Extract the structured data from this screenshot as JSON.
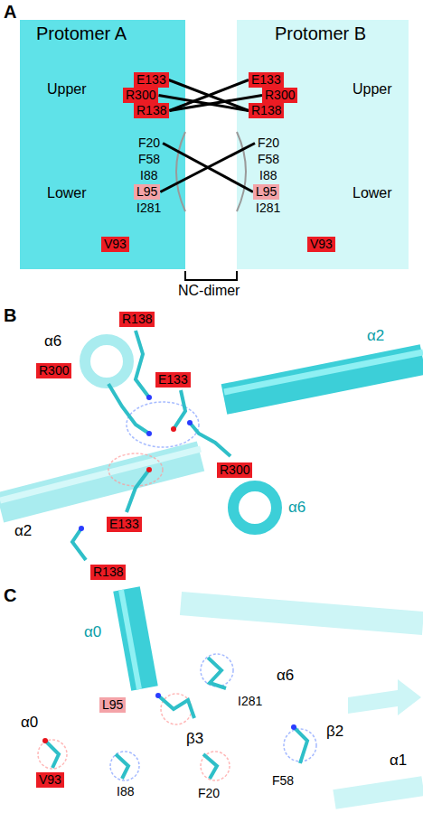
{
  "diagram": {
    "nodes": [
      {
        "text": [
          "Protomer A",
          "Upper",
          "Lower"
        ]
      },
      {
        "text": [
          "E133"
        ],
        "in": 0
      },
      {
        "text": [
          "R300"
        ],
        "in": 0
      },
      {
        "text": [
          "R138"
        ],
        "in": 0
      },
      {
        "text": [
          "F20"
        ],
        "in": 0
      },
      {
        "text": [
          "F58"
        ],
        "in": 0
      },
      {
        "text": [
          "I88"
        ],
        "in": 0
      },
      {
        "text": [
          "L95"
        ],
        "in": 0
      },
      {
        "text": [
          "I281"
        ],
        "in": 0
      },
      {
        "text": [
          "V93"
        ],
        "in": 0
      },
      {
        "text": [
          "Protomer B",
          "Upper",
          "Lower"
        ]
      },
      {
        "text": [
          "E133"
        ],
        "in": 10
      },
      {
        "text": [
          "R300"
        ],
        "in": 10
      },
      {
        "text": [
          "R138"
        ],
        "in": 10
      },
      {
        "text": [
          "F20"
        ],
        "in": 10
      },
      {
        "text": [
          "F58"
        ],
        "in": 10
      },
      {
        "text": [
          "I88"
        ],
        "in": 10
      },
      {
        "text": [
          "L95"
        ],
        "in": 10
      },
      {
        "text": [
          "I281"
        ],
        "in": 10
      },
      {
        "text": [
          "V93"
        ],
        "in": 10
      },
      {
        "text": [
          "R138"
        ]
      },
      {
        "text": [
          "R300"
        ]
      },
      {
        "text": [
          "E133"
        ]
      },
      {
        "text": [
          "R300"
        ]
      },
      {
        "text": [
          "E133"
        ]
      },
      {
        "text": [
          "R138"
        ]
      },
      {
        "text": [
          "L95"
        ]
      },
      {
        "text": [
          "V93"
        ]
      }
    ],
    "edges": [
      {
        "from": 1,
        "to": 13,
        "arrow": "none"
      },
      {
        "from": 3,
        "to": 11,
        "arrow": "none"
      },
      {
        "from": 2,
        "to": 13,
        "arrow": "none"
      },
      {
        "from": 3,
        "to": 12,
        "arrow": "none"
      },
      {
        "from": 4,
        "to": 17,
        "arrow": "none"
      },
      {
        "from": 7,
        "to": 14,
        "arrow": "none"
      }
    ],
    "labels": [
      "A",
      "NC-dimer",
      "B",
      "α6",
      "α2",
      "α2",
      "α6",
      "C",
      "α0",
      "α6",
      "I281",
      "β2",
      "α1",
      "α0",
      "β3",
      "I88",
      "F20",
      "F58"
    ]
  }
}
